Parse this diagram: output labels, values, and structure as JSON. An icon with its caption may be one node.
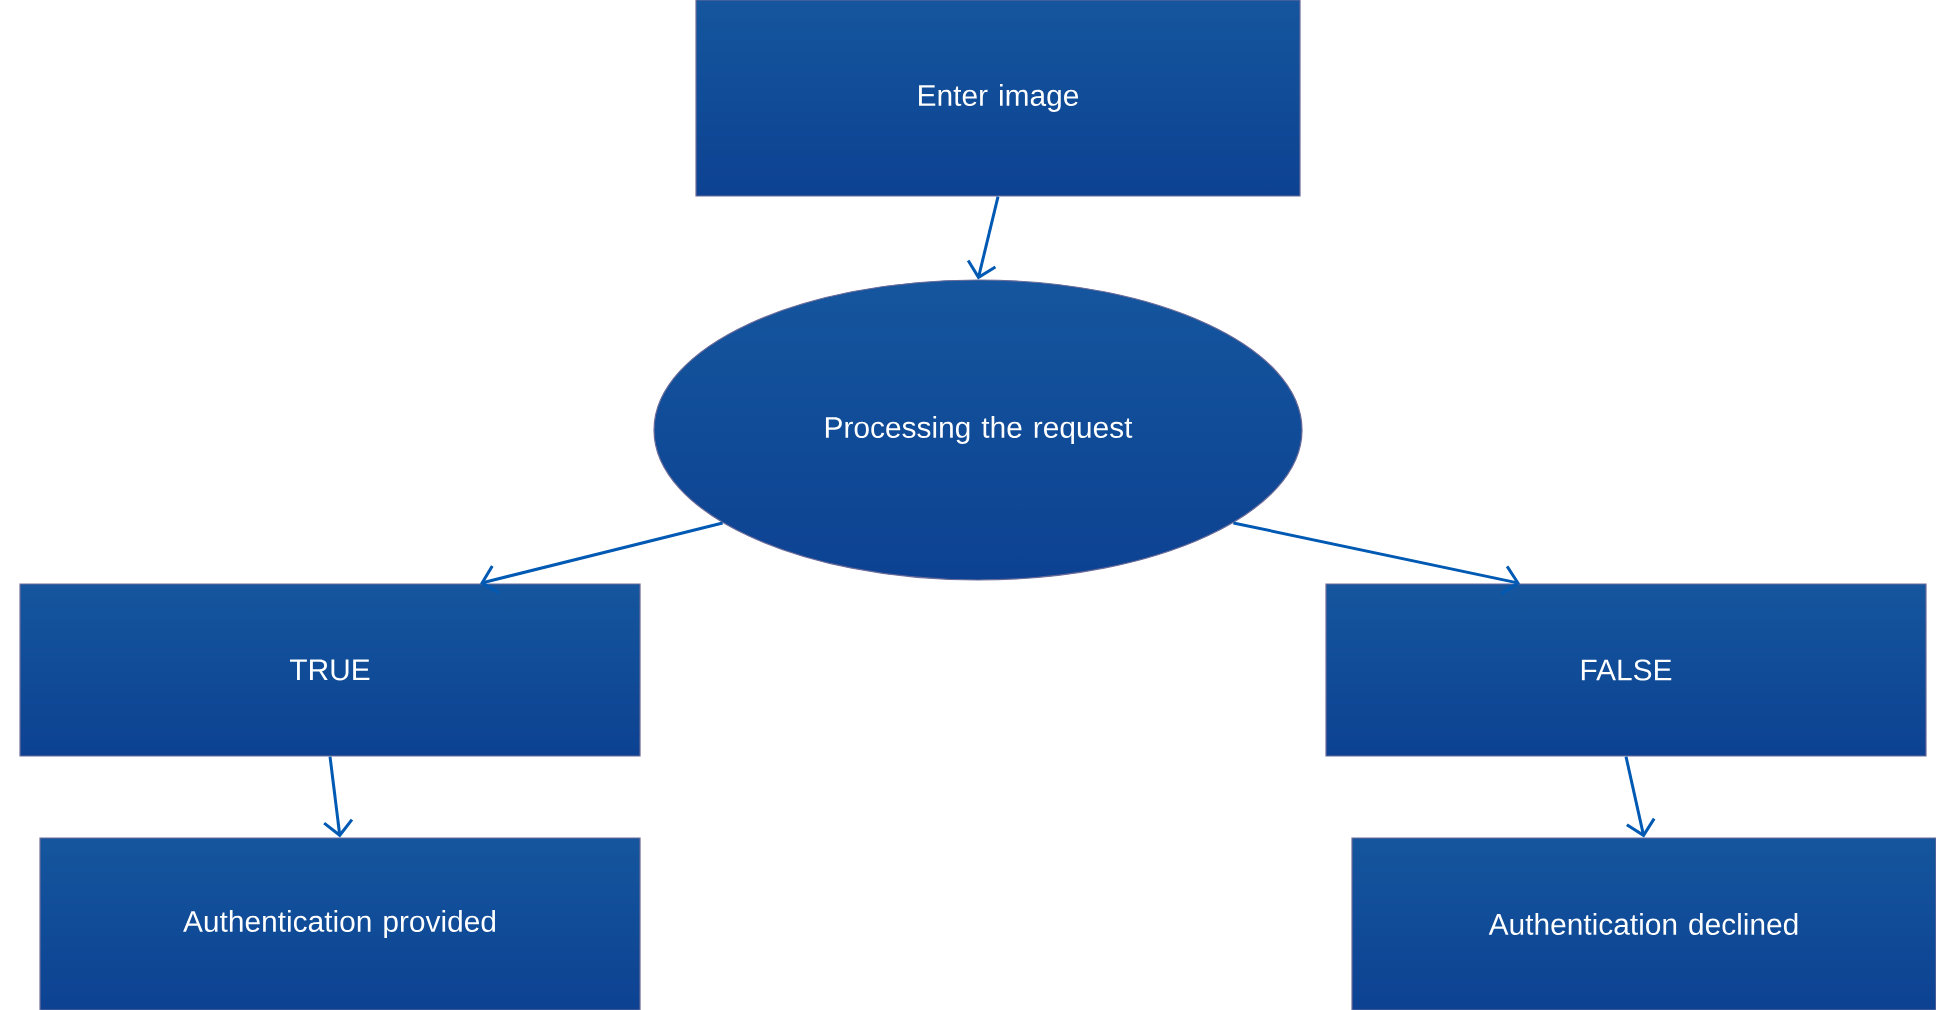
{
  "diagram": {
    "nodes": [
      {
        "text": [
          "Enter image"
        ]
      },
      {
        "text": [
          "Processing the request"
        ]
      },
      {
        "text": [
          "TRUE"
        ]
      },
      {
        "text": [
          "FALSE"
        ]
      },
      {
        "text": [
          "Authentication provided"
        ]
      },
      {
        "text": [
          "Authentication declined"
        ]
      }
    ],
    "edges": [
      {
        "from": 0,
        "to": 1,
        "arrow": "to"
      },
      {
        "from": 1,
        "to": 2,
        "arrow": "to"
      },
      {
        "from": 1,
        "to": 3,
        "arrow": "to"
      },
      {
        "from": 2,
        "to": 4,
        "arrow": "to"
      },
      {
        "from": 3,
        "to": 5,
        "arrow": "to"
      }
    ]
  }
}
